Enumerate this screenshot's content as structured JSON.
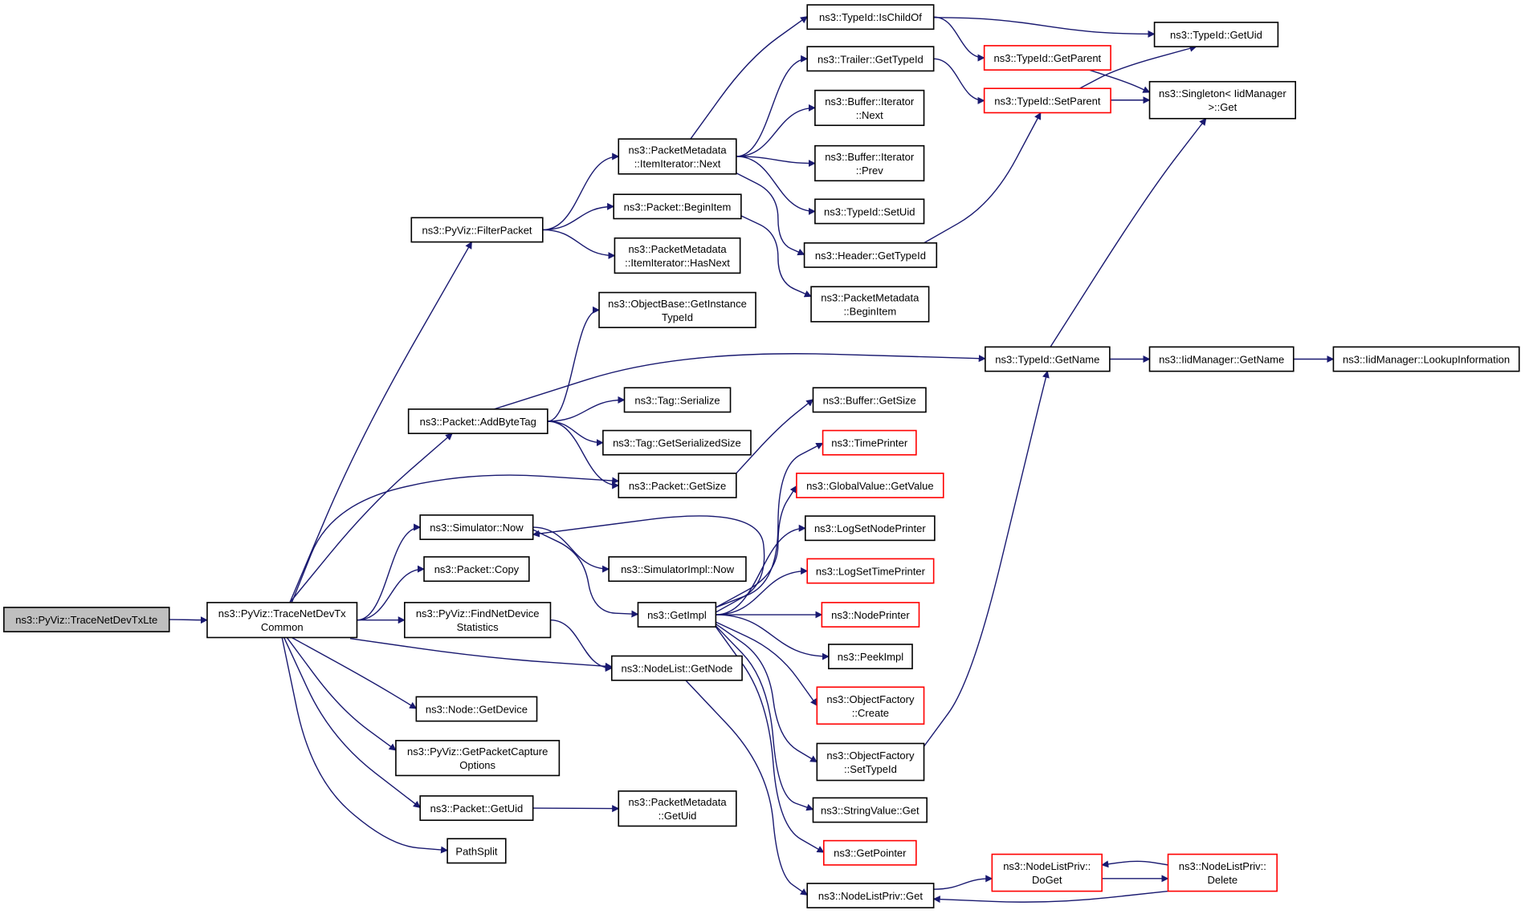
{
  "diagram": {
    "colors": {
      "edge": "#191970",
      "normal_border": "#000000",
      "truncated_border": "#ff0000",
      "root_fill": "#bfbfbf"
    },
    "nodes": {
      "traceNetDevTxLte": {
        "lines": [
          "ns3::PyViz::TraceNetDevTxLte"
        ],
        "style": "root"
      },
      "traceNetDevTxCommon": {
        "lines": [
          "ns3::PyViz::TraceNetDevTx",
          "Common"
        ],
        "style": "default"
      },
      "filterPacket": {
        "lines": [
          "ns3::PyViz::FilterPacket"
        ],
        "style": "default"
      },
      "addByteTag": {
        "lines": [
          "ns3::Packet::AddByteTag"
        ],
        "style": "default"
      },
      "simulatorNow": {
        "lines": [
          "ns3::Simulator::Now"
        ],
        "style": "default"
      },
      "packetCopy": {
        "lines": [
          "ns3::Packet::Copy"
        ],
        "style": "default"
      },
      "findNetDeviceStatistics": {
        "lines": [
          "ns3::PyViz::FindNetDevice",
          "Statistics"
        ],
        "style": "default"
      },
      "nodeGetDevice": {
        "lines": [
          "ns3::Node::GetDevice"
        ],
        "style": "default"
      },
      "getPacketCaptureOptions": {
        "lines": [
          "ns3::PyViz::GetPacketCapture",
          "Options"
        ],
        "style": "default"
      },
      "packetGetUid": {
        "lines": [
          "ns3::Packet::GetUid"
        ],
        "style": "default"
      },
      "pathSplit": {
        "lines": [
          "PathSplit"
        ],
        "style": "default"
      },
      "itemIteratorNext": {
        "lines": [
          "ns3::PacketMetadata",
          "::ItemIterator::Next"
        ],
        "style": "default"
      },
      "packetBeginItem": {
        "lines": [
          "ns3::Packet::BeginItem"
        ],
        "style": "default"
      },
      "itemIteratorHasNext": {
        "lines": [
          "ns3::PacketMetadata",
          "::ItemIterator::HasNext"
        ],
        "style": "default"
      },
      "getInstanceTypeId": {
        "lines": [
          "ns3::ObjectBase::GetInstance",
          "TypeId"
        ],
        "style": "default"
      },
      "tagSerialize": {
        "lines": [
          "ns3::Tag::Serialize"
        ],
        "style": "default"
      },
      "tagGetSerializedSize": {
        "lines": [
          "ns3::Tag::GetSerializedSize"
        ],
        "style": "default"
      },
      "packetGetSize": {
        "lines": [
          "ns3::Packet::GetSize"
        ],
        "style": "default"
      },
      "simulatorImplNow": {
        "lines": [
          "ns3::SimulatorImpl::Now"
        ],
        "style": "default"
      },
      "getImpl": {
        "lines": [
          "ns3::GetImpl"
        ],
        "style": "default"
      },
      "nodeListGetNode": {
        "lines": [
          "ns3::NodeList::GetNode"
        ],
        "style": "default"
      },
      "packetMetadataGetUid": {
        "lines": [
          "ns3::PacketMetadata",
          "::GetUid"
        ],
        "style": "default"
      },
      "typeIdIsChildOf": {
        "lines": [
          "ns3::TypeId::IsChildOf"
        ],
        "style": "default"
      },
      "trailerGetTypeId": {
        "lines": [
          "ns3::Trailer::GetTypeId"
        ],
        "style": "default"
      },
      "bufferIteratorNext": {
        "lines": [
          "ns3::Buffer::Iterator",
          "::Next"
        ],
        "style": "default"
      },
      "bufferIteratorPrev": {
        "lines": [
          "ns3::Buffer::Iterator",
          "::Prev"
        ],
        "style": "default"
      },
      "typeIdSetUid": {
        "lines": [
          "ns3::TypeId::SetUid"
        ],
        "style": "default"
      },
      "headerGetTypeId": {
        "lines": [
          "ns3::Header::GetTypeId"
        ],
        "style": "default"
      },
      "packetMetadataBeginItem": {
        "lines": [
          "ns3::PacketMetadata",
          "::BeginItem"
        ],
        "style": "default"
      },
      "bufferGetSize": {
        "lines": [
          "ns3::Buffer::GetSize"
        ],
        "style": "default"
      },
      "timePrinter": {
        "lines": [
          "ns3::TimePrinter"
        ],
        "style": "truncated"
      },
      "globalValueGetValue": {
        "lines": [
          "ns3::GlobalValue::GetValue"
        ],
        "style": "truncated"
      },
      "logSetNodePrinter": {
        "lines": [
          "ns3::LogSetNodePrinter"
        ],
        "style": "default"
      },
      "logSetTimePrinter": {
        "lines": [
          "ns3::LogSetTimePrinter"
        ],
        "style": "truncated"
      },
      "nodePrinter": {
        "lines": [
          "ns3::NodePrinter"
        ],
        "style": "truncated"
      },
      "peekImpl": {
        "lines": [
          "ns3::PeekImpl"
        ],
        "style": "default"
      },
      "objectFactoryCreate": {
        "lines": [
          "ns3::ObjectFactory",
          "::Create"
        ],
        "style": "truncated"
      },
      "objectFactorySetTypeId": {
        "lines": [
          "ns3::ObjectFactory",
          "::SetTypeId"
        ],
        "style": "default"
      },
      "stringValueGet": {
        "lines": [
          "ns3::StringValue::Get"
        ],
        "style": "default"
      },
      "getPointer": {
        "lines": [
          "ns3::GetPointer"
        ],
        "style": "truncated"
      },
      "nodeListPrivGet": {
        "lines": [
          "ns3::NodeListPriv::Get"
        ],
        "style": "default"
      },
      "typeIdGetParent": {
        "lines": [
          "ns3::TypeId::GetParent"
        ],
        "style": "truncated"
      },
      "typeIdSetParent": {
        "lines": [
          "ns3::TypeId::SetParent"
        ],
        "style": "truncated"
      },
      "typeIdGetName": {
        "lines": [
          "ns3::TypeId::GetName"
        ],
        "style": "default"
      },
      "nodeListPrivDoGet": {
        "lines": [
          "ns3::NodeListPriv::",
          "DoGet"
        ],
        "style": "truncated"
      },
      "typeIdGetUid": {
        "lines": [
          "ns3::TypeId::GetUid"
        ],
        "style": "default"
      },
      "singletonGet": {
        "lines": [
          "ns3::Singleton< IidManager",
          ">::Get"
        ],
        "style": "default"
      },
      "iidManagerGetName": {
        "lines": [
          "ns3::IidManager::GetName"
        ],
        "style": "default"
      },
      "nodeListPrivDelete": {
        "lines": [
          "ns3::NodeListPriv::",
          "Delete"
        ],
        "style": "truncated"
      },
      "lookupInformation": {
        "lines": [
          "ns3::IidManager::LookupInformation"
        ],
        "style": "default"
      }
    },
    "edges": [
      [
        "traceNetDevTxLte",
        "traceNetDevTxCommon"
      ],
      [
        "traceNetDevTxCommon",
        "filterPacket"
      ],
      [
        "traceNetDevTxCommon",
        "addByteTag"
      ],
      [
        "traceNetDevTxCommon",
        "packetGetSize"
      ],
      [
        "traceNetDevTxCommon",
        "simulatorNow"
      ],
      [
        "traceNetDevTxCommon",
        "packetCopy"
      ],
      [
        "traceNetDevTxCommon",
        "findNetDeviceStatistics"
      ],
      [
        "traceNetDevTxCommon",
        "nodeListGetNode"
      ],
      [
        "traceNetDevTxCommon",
        "nodeGetDevice"
      ],
      [
        "traceNetDevTxCommon",
        "getPacketCaptureOptions"
      ],
      [
        "traceNetDevTxCommon",
        "packetGetUid"
      ],
      [
        "traceNetDevTxCommon",
        "pathSplit"
      ],
      [
        "filterPacket",
        "itemIteratorNext"
      ],
      [
        "filterPacket",
        "packetBeginItem"
      ],
      [
        "filterPacket",
        "itemIteratorHasNext"
      ],
      [
        "itemIteratorNext",
        "typeIdIsChildOf"
      ],
      [
        "itemIteratorNext",
        "trailerGetTypeId"
      ],
      [
        "itemIteratorNext",
        "bufferIteratorNext"
      ],
      [
        "itemIteratorNext",
        "bufferIteratorPrev"
      ],
      [
        "itemIteratorNext",
        "typeIdSetUid"
      ],
      [
        "itemIteratorNext",
        "headerGetTypeId"
      ],
      [
        "packetBeginItem",
        "packetMetadataBeginItem"
      ],
      [
        "typeIdIsChildOf",
        "typeIdGetUid"
      ],
      [
        "typeIdIsChildOf",
        "typeIdGetParent"
      ],
      [
        "typeIdGetParent",
        "singletonGet"
      ],
      [
        "trailerGetTypeId",
        "typeIdSetParent"
      ],
      [
        "headerGetTypeId",
        "typeIdSetParent"
      ],
      [
        "typeIdSetParent",
        "typeIdGetUid"
      ],
      [
        "typeIdSetParent",
        "singletonGet"
      ],
      [
        "addByteTag",
        "getInstanceTypeId"
      ],
      [
        "addByteTag",
        "typeIdGetName"
      ],
      [
        "addByteTag",
        "tagSerialize"
      ],
      [
        "addByteTag",
        "tagGetSerializedSize"
      ],
      [
        "addByteTag",
        "packetGetSize"
      ],
      [
        "packetGetSize",
        "bufferGetSize"
      ],
      [
        "typeIdGetName",
        "singletonGet"
      ],
      [
        "typeIdGetName",
        "iidManagerGetName"
      ],
      [
        "iidManagerGetName",
        "lookupInformation"
      ],
      [
        "simulatorNow",
        "simulatorImplNow"
      ],
      [
        "simulatorNow",
        "getImpl"
      ],
      [
        "getImpl",
        "simulatorNow"
      ],
      [
        "getImpl",
        "timePrinter"
      ],
      [
        "getImpl",
        "globalValueGetValue"
      ],
      [
        "getImpl",
        "logSetNodePrinter"
      ],
      [
        "getImpl",
        "logSetTimePrinter"
      ],
      [
        "getImpl",
        "nodePrinter"
      ],
      [
        "getImpl",
        "peekImpl"
      ],
      [
        "getImpl",
        "objectFactoryCreate"
      ],
      [
        "getImpl",
        "objectFactorySetTypeId"
      ],
      [
        "getImpl",
        "stringValueGet"
      ],
      [
        "getImpl",
        "getPointer"
      ],
      [
        "objectFactorySetTypeId",
        "typeIdGetName"
      ],
      [
        "findNetDeviceStatistics",
        "nodeListGetNode"
      ],
      [
        "nodeListGetNode",
        "nodeListPrivGet"
      ],
      [
        "nodeListPrivGet",
        "nodeListPrivDoGet"
      ],
      [
        "nodeListPrivDoGet",
        "nodeListPrivDelete"
      ],
      [
        "nodeListPrivDelete",
        "nodeListPrivDoGet"
      ],
      [
        "nodeListPrivDelete",
        "nodeListPrivGet"
      ],
      [
        "packetGetUid",
        "packetMetadataGetUid"
      ]
    ]
  }
}
